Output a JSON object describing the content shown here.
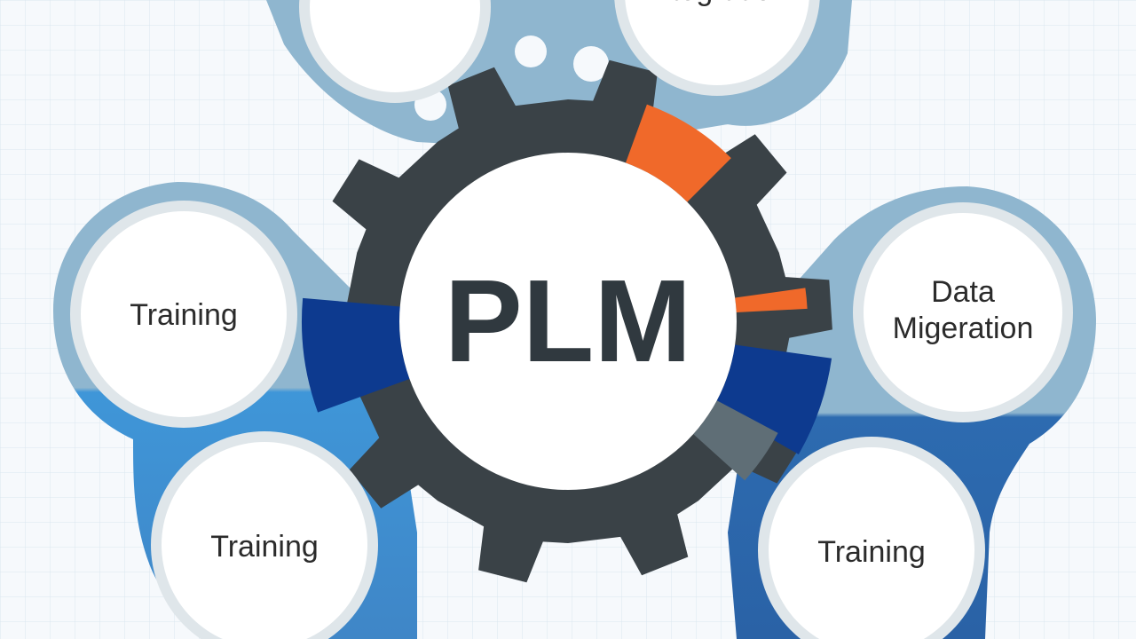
{
  "center": {
    "label": "PLM"
  },
  "nodes": [
    {
      "id": "top-left",
      "lines": []
    },
    {
      "id": "top-right",
      "lines": [
        "Integration"
      ]
    },
    {
      "id": "mid-left",
      "lines": [
        "Training"
      ]
    },
    {
      "id": "mid-right",
      "lines": [
        "Data",
        "Migeration"
      ]
    },
    {
      "id": "bottom-left",
      "lines": [
        "Training"
      ]
    },
    {
      "id": "bottom-right",
      "lines": [
        "Training"
      ]
    }
  ],
  "colors": {
    "background": "#f6f9fc",
    "grid": "#dbe6ef",
    "gear": "#3a4247",
    "accent_orange": "#f0692a",
    "accent_navy": "#0d3a8f",
    "accent_slate": "#5f6e76",
    "light_blue": "#8fb6cf",
    "mid_blue": "#3f86c7",
    "deep_blue": "#2d6bb0"
  }
}
